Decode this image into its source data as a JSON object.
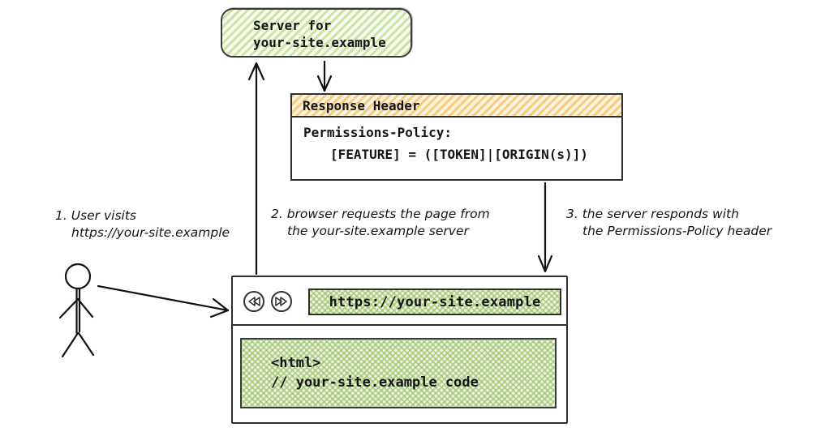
{
  "diagram": {
    "server_box": {
      "line1": "Server for",
      "line2": "your-site.example"
    },
    "response_header_box": {
      "title": "Response Header",
      "line1": "Permissions-Policy:",
      "line2": "[FEATURE] = ([TOKEN]|[ORIGIN(s)])"
    },
    "steps": [
      {
        "line1": "1. User visits",
        "line2": "https://your-site.example"
      },
      {
        "line1": "2. browser requests the page from",
        "line2": "the your-site.example server"
      },
      {
        "line1": "3. the server responds with",
        "line2": "the Permissions-Policy header"
      }
    ],
    "browser": {
      "url": "https://your-site.example",
      "content_line1": "<html>",
      "content_line2": "// your-site.example code",
      "icons": {
        "back": "rewind-icon",
        "forward": "fast-forward-icon"
      }
    },
    "colors": {
      "green_hatch": "#cbe3a4",
      "orange_hatch": "#f6cd80",
      "crosshatch_green": "#b5d98a",
      "ink": "#121212",
      "border": "#2e2e2e"
    }
  }
}
